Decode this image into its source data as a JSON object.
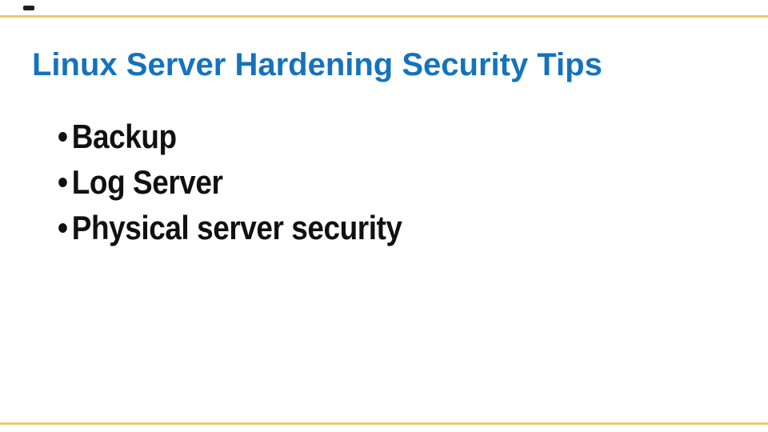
{
  "slide": {
    "title": "Linux Server Hardening Security Tips",
    "bullet_glyph": "•",
    "bullets": {
      "0": "Backup",
      "1": "Log Server",
      "2": "Physical server security"
    },
    "colors": {
      "title_text": "#1473bc",
      "body_text": "#111111",
      "background": "#ffffff",
      "accent_line": "#e9bd55",
      "corner_dash": "#1f1f1f"
    }
  }
}
